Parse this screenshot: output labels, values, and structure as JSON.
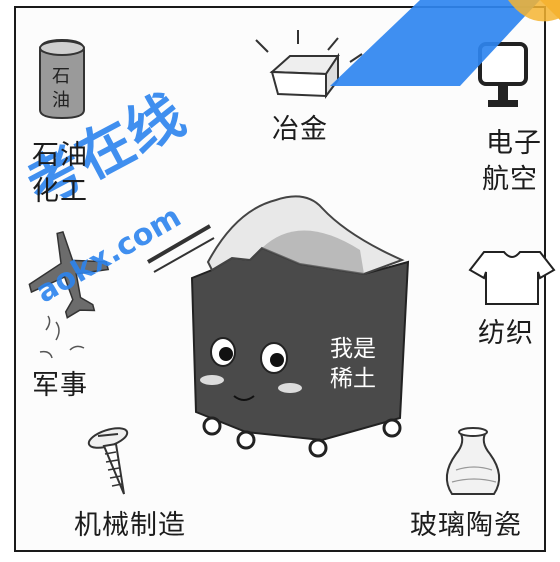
{
  "labels": {
    "petrochem": [
      "石油",
      "化工"
    ],
    "metallurgy": "冶金",
    "electronics_aviation": [
      "电子",
      "航空"
    ],
    "military": "军事",
    "textile": "纺织",
    "machinery": "机械制造",
    "glass_ceramics": "玻璃陶瓷"
  },
  "cart_text": [
    "我是",
    "稀土"
  ],
  "icon_texts": {
    "barrel": [
      "石",
      "油"
    ]
  },
  "watermark": {
    "cjk": "考在线",
    "latin": "aokx.com"
  },
  "icons": [
    "oil-barrel-icon",
    "metal-ingot-icon",
    "monitor-icon",
    "airplane-icon",
    "tshirt-icon",
    "screw-icon",
    "vase-icon",
    "rare-earth-cart-icon"
  ]
}
